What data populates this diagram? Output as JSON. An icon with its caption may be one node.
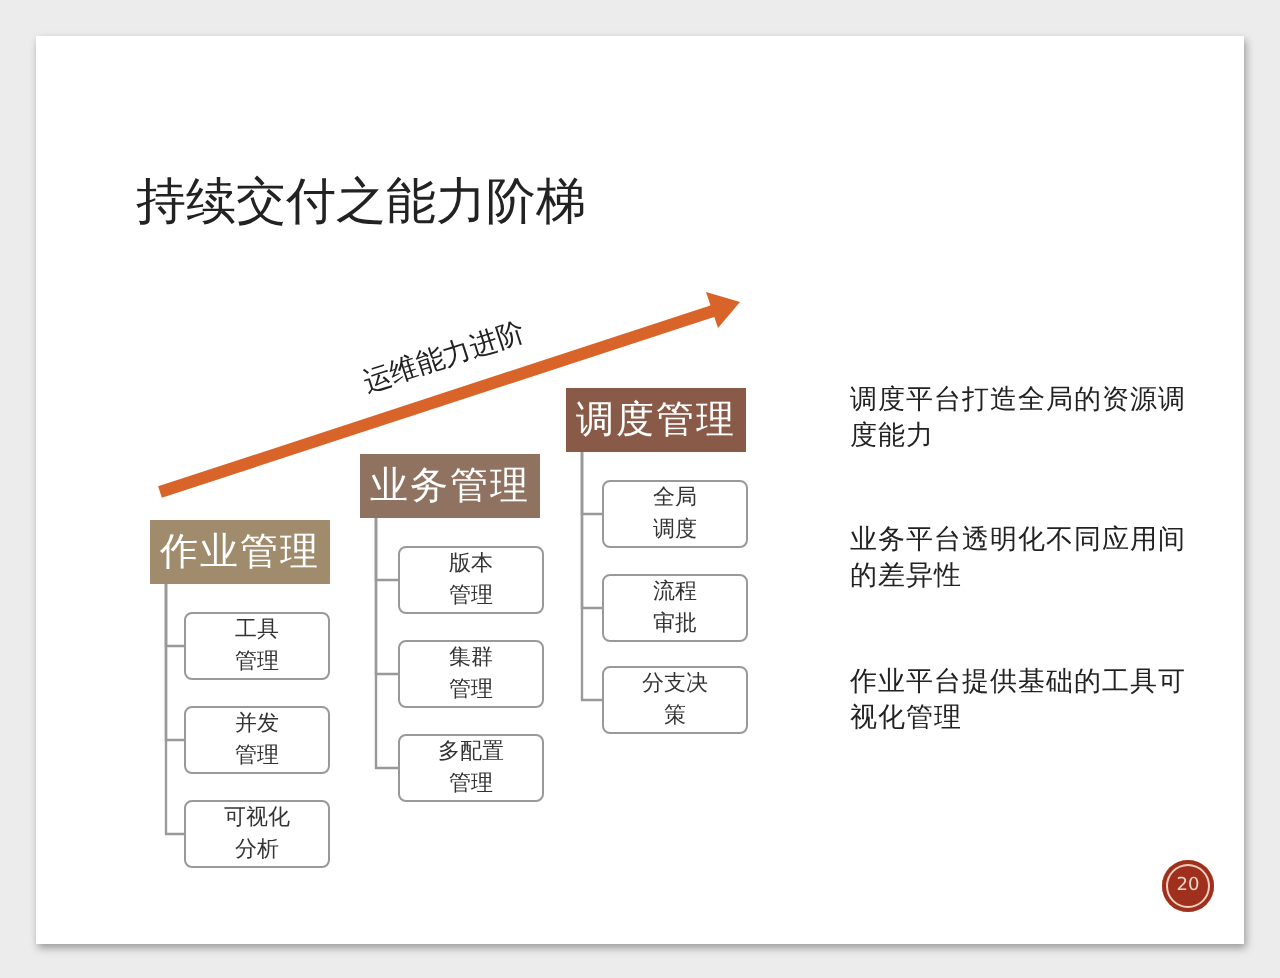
{
  "diagram": {
    "title": "持续交付之能力阶梯",
    "nodes": [
      {
        "text": [
          "作业管理"
        ]
      },
      {
        "text": [
          "工具管理"
        ]
      },
      {
        "text": [
          "并发管理"
        ]
      },
      {
        "text": [
          "可视化分析"
        ]
      },
      {
        "text": [
          "业务管理"
        ]
      },
      {
        "text": [
          "版本管理"
        ]
      },
      {
        "text": [
          "集群管理"
        ]
      },
      {
        "text": [
          "多配置管理"
        ]
      },
      {
        "text": [
          "调度管理"
        ]
      },
      {
        "text": [
          "全局调度"
        ]
      },
      {
        "text": [
          "流程审批"
        ]
      },
      {
        "text": [
          "分支决策"
        ]
      }
    ],
    "edges": [
      {
        "from": 0,
        "to": 1,
        "arrow": "none"
      },
      {
        "from": 0,
        "to": 2,
        "arrow": "none"
      },
      {
        "from": 0,
        "to": 3,
        "arrow": "none"
      },
      {
        "from": 4,
        "to": 5,
        "arrow": "none"
      },
      {
        "from": 4,
        "to": 6,
        "arrow": "none"
      },
      {
        "from": 4,
        "to": 7,
        "arrow": "none"
      },
      {
        "from": 8,
        "to": 9,
        "arrow": "none"
      },
      {
        "from": 8,
        "to": 10,
        "arrow": "none"
      },
      {
        "from": 8,
        "to": 11,
        "arrow": "none"
      }
    ],
    "labels": [
      "运维能力进阶",
      "调度平台打造全局的资源调度能力",
      "业务平台透明化不同应用间的差异性",
      "作业平台提供基础的工具可视化管理",
      "20"
    ]
  }
}
